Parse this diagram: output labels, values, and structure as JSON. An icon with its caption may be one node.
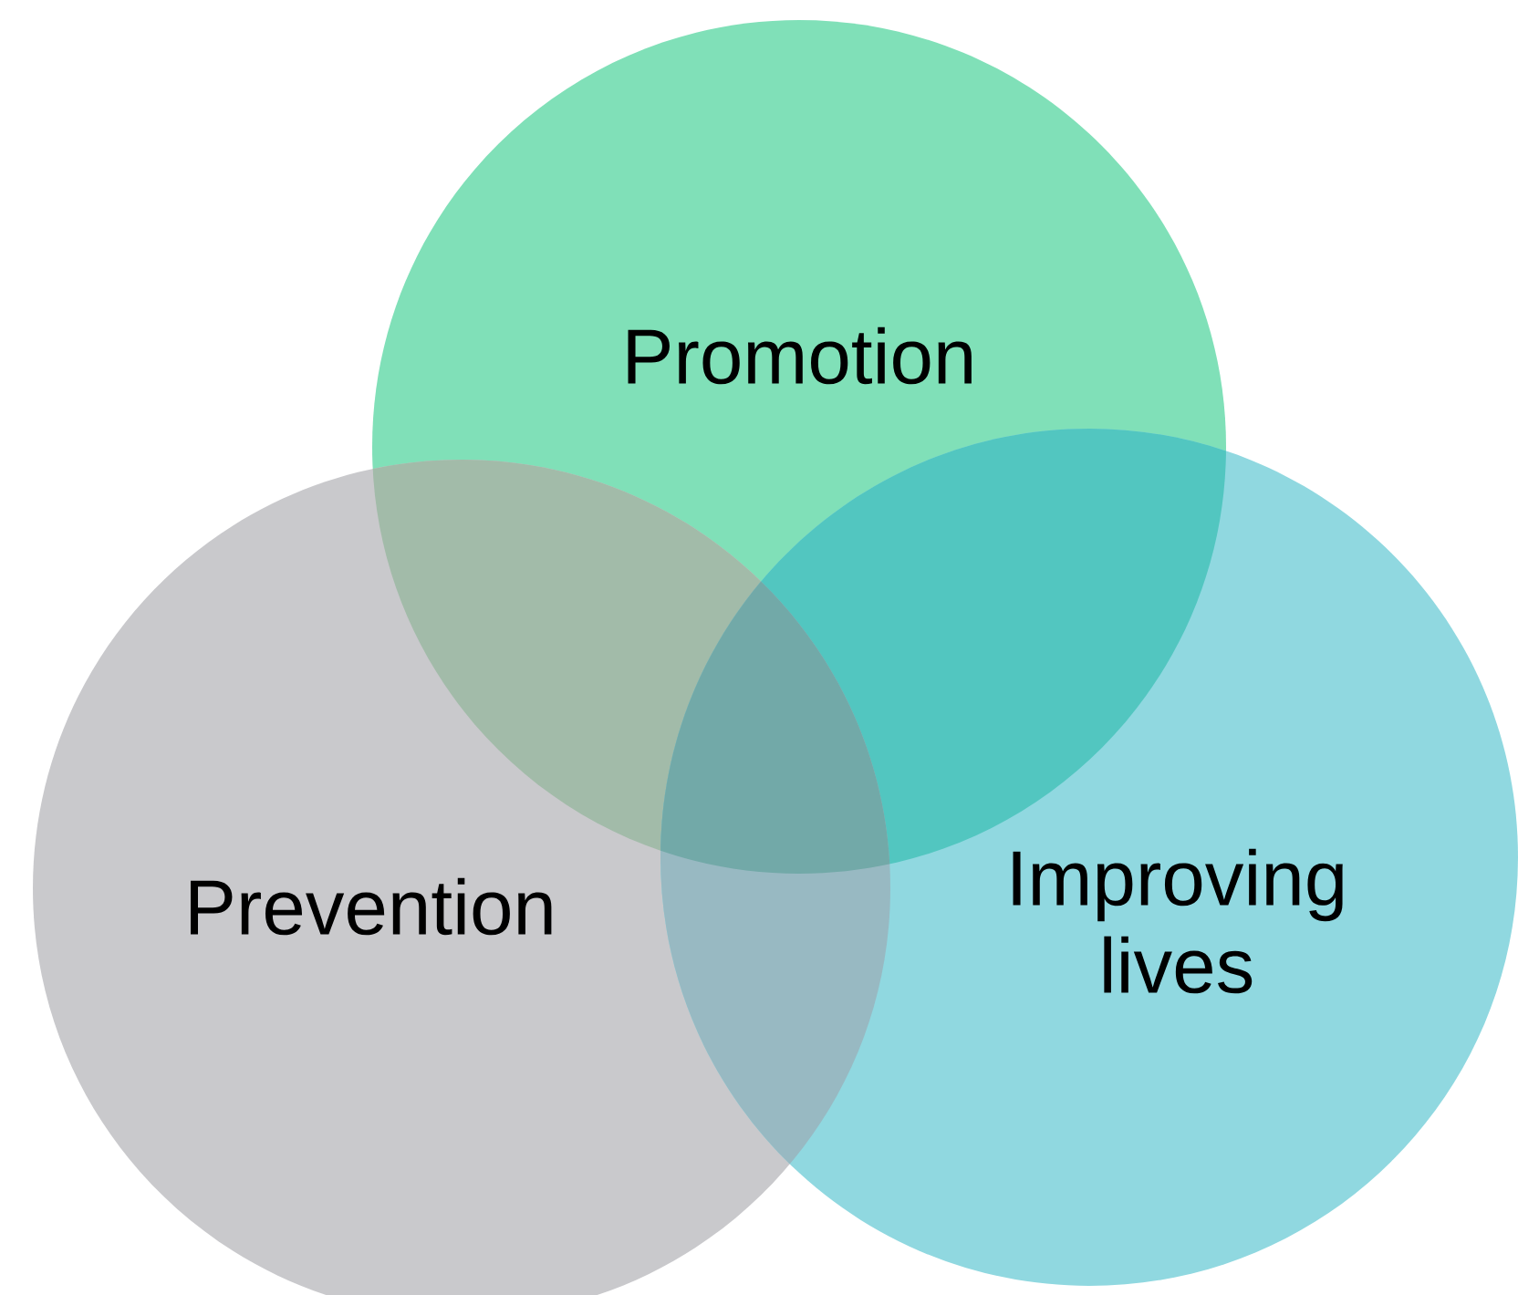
{
  "diagram": {
    "nodes": [
      {
        "text": [
          "Promotion"
        ]
      },
      {
        "text": [
          "Prevention"
        ]
      },
      {
        "text": [
          "Improving lives"
        ]
      }
    ]
  }
}
